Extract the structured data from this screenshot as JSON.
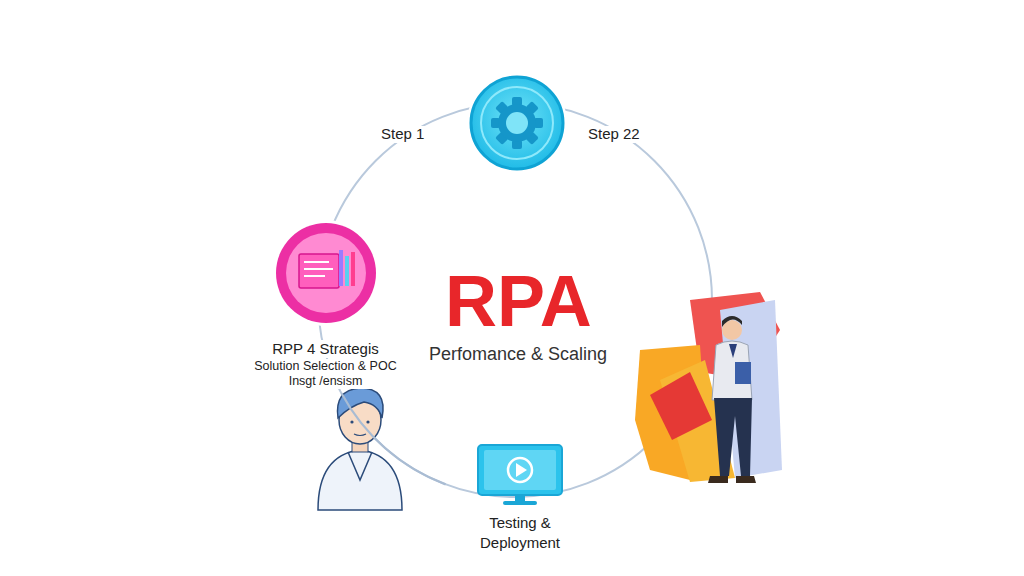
{
  "diagram": {
    "nodes": [
      {
        "text": [
          "RPP 4 Strategis",
          "Solution Selection & POC Insgt /ensism"
        ]
      },
      {
        "text": [
          "Testing & Deployment"
        ]
      }
    ],
    "edges": [
      {
        "from": 0,
        "to": 1,
        "arrow": "none"
      }
    ],
    "labels": [
      "Step 1",
      "Step 22",
      "RPA",
      "Perfomance & Scaling"
    ]
  }
}
